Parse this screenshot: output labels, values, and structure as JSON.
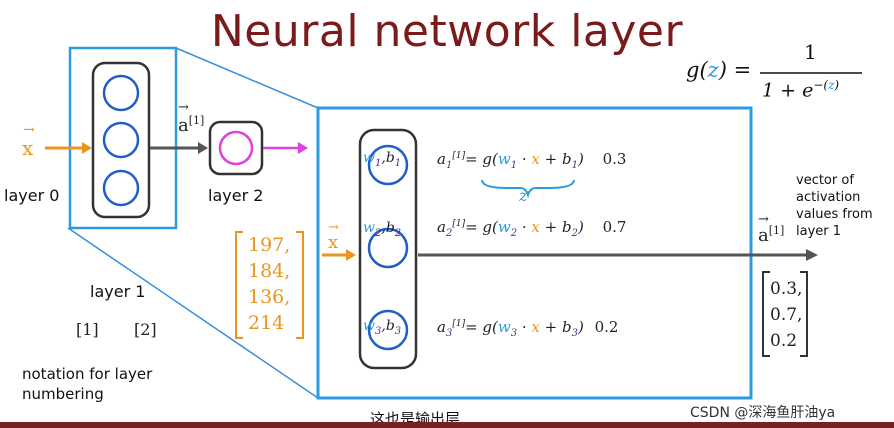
{
  "title": "Neural network layer",
  "formula": {
    "lhs": "g(",
    "z": "z",
    "rhs": ") =",
    "num": "1",
    "den_prefix": "1 + e",
    "den_exp_prefix": "−(",
    "den_exp_z": "z",
    "den_exp_suffix": ")"
  },
  "inputs": {
    "x_arrow": "x",
    "layer0_label": "layer 0",
    "layer1_label": "layer 1",
    "layer2_label": "layer 2",
    "a_sup": "[1]",
    "a_label": "a"
  },
  "notation": {
    "b1": "[1]",
    "b2": "[2]",
    "text_line1": "notation for layer",
    "text_line2": "numbering"
  },
  "input_values": [
    "197,",
    "184,",
    "136,",
    "214"
  ],
  "units": [
    {
      "w": "w",
      "sup": "[1]",
      "sub": "1",
      "b": "b",
      "a": "a",
      "eq": "= g(",
      "x": "x",
      "plus": "+ b",
      "close": ")",
      "value": "0.3"
    },
    {
      "w": "w",
      "sup": "[1]",
      "sub": "2",
      "b": "b",
      "a": "a",
      "eq": "= g(",
      "x": "x",
      "plus": "+ b",
      "close": ")",
      "value": "0.7"
    },
    {
      "w": "w",
      "sup": "[1]",
      "sub": "3",
      "b": "b",
      "a": "a",
      "eq": "= g(",
      "x": "x",
      "plus": "+ b",
      "close": ")",
      "value": "0.2"
    }
  ],
  "brace_z": "z",
  "right_note": [
    "vector of",
    "activation",
    "values from",
    "layer 1"
  ],
  "output_vector": [
    "0.3,",
    "0.7,",
    "0.2"
  ],
  "subtitle_partial": "这也是输出层",
  "watermark": "CSDN @深海鱼肝油ya",
  "colors": {
    "title": "#7b1a1a",
    "box": "#2b9be0",
    "orange": "#e8961e",
    "purple": "#5b2a86",
    "magenta": "#e040e0",
    "blue_neuron": "#1f5fc7"
  }
}
